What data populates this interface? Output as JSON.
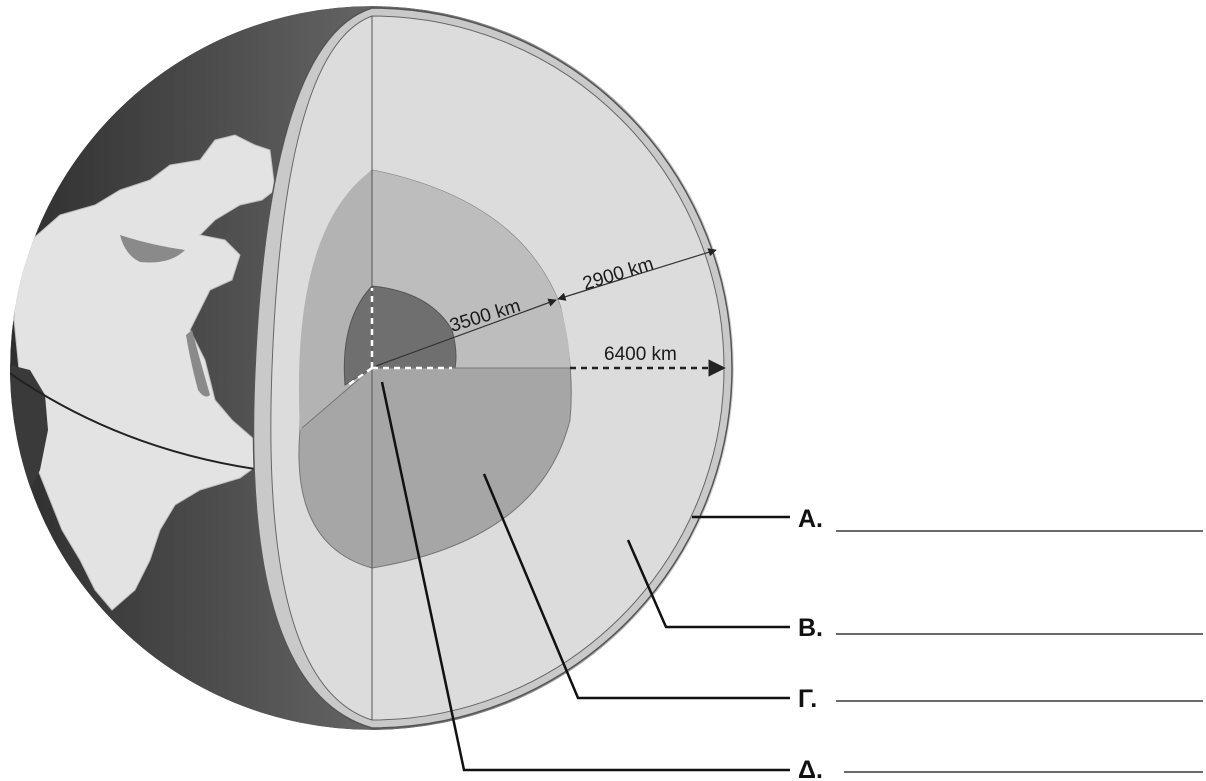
{
  "measurements": {
    "outer_core_radius": "3500 km",
    "mantle_thickness": "2900 km",
    "earth_radius": "6400 km"
  },
  "labels": {
    "a": "Α.",
    "b": "Β.",
    "c": "Γ.",
    "d": "Δ."
  },
  "colors": {
    "inner_core": "#6f6f6f",
    "outer_core": "#a6a6a6",
    "outer_core_top": "#bdbdbd",
    "mantle": "#dcdcdc",
    "crust": "#c9c9c9",
    "land": "#e3e3e3",
    "ocean_dark": "#3a3a3a",
    "ocean_light": "#cfcfcf"
  }
}
